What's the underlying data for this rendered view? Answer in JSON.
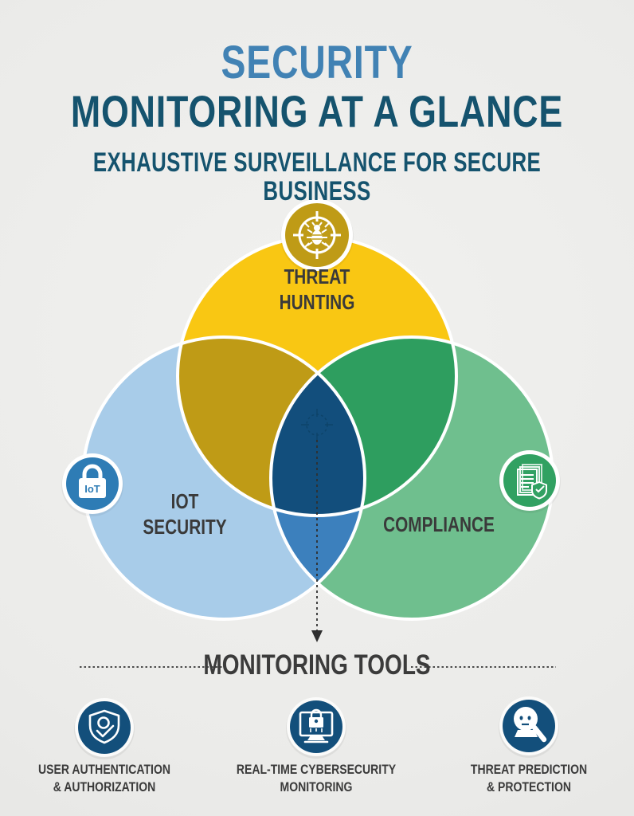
{
  "header": {
    "title_line1": "SECURITY",
    "title_line2": "MONITORING AT A GLANCE",
    "subtitle": "EXHAUSTIVE SURVEILLANCE FOR SECURE BUSINESS"
  },
  "venn": {
    "top": {
      "label_line1": "THREAT",
      "label_line2": "HUNTING",
      "icon": "target-bug-icon",
      "circle_color": "#F9C713",
      "badge_color": "#BF9B16"
    },
    "left": {
      "label_line1": "IOT",
      "label_line2": "SECURITY",
      "icon": "iot-lock-icon",
      "icon_text": "IoT",
      "circle_color": "#A8CCE9",
      "badge_color": "#2E7CB5"
    },
    "right": {
      "label": "COMPLIANCE",
      "icon": "compliance-document-icon",
      "circle_color": "#6FBF8E",
      "badge_color": "#31A162"
    },
    "overlap_colors": {
      "threat_iot": "#BF9B16",
      "threat_compliance": "#2E9E5F",
      "iot_compliance": "#3C80BD",
      "center": "#124E7C"
    }
  },
  "tools": {
    "heading": "MONITORING TOOLS",
    "items": [
      {
        "label_line1": "USER AUTHENTICATION",
        "label_line2": "& AUTHORIZATION",
        "icon": "shield-user-icon"
      },
      {
        "label_line1": "REAL-TIME CYBERSECURITY",
        "label_line2": "MONITORING",
        "icon": "monitor-lock-icon"
      },
      {
        "label_line1": "THREAT PREDICTION",
        "label_line2": "& PROTECTION",
        "icon": "search-threat-icon"
      }
    ],
    "icon_bg_color": "#134F7B"
  },
  "palette": {
    "background": "#EBEBE9",
    "title_primary": "#4182B4",
    "title_secondary": "#15536E",
    "text_dark": "#3A3A3A",
    "arrow": "#2F2F2F",
    "dashed_rule": "#4B4B4B"
  }
}
